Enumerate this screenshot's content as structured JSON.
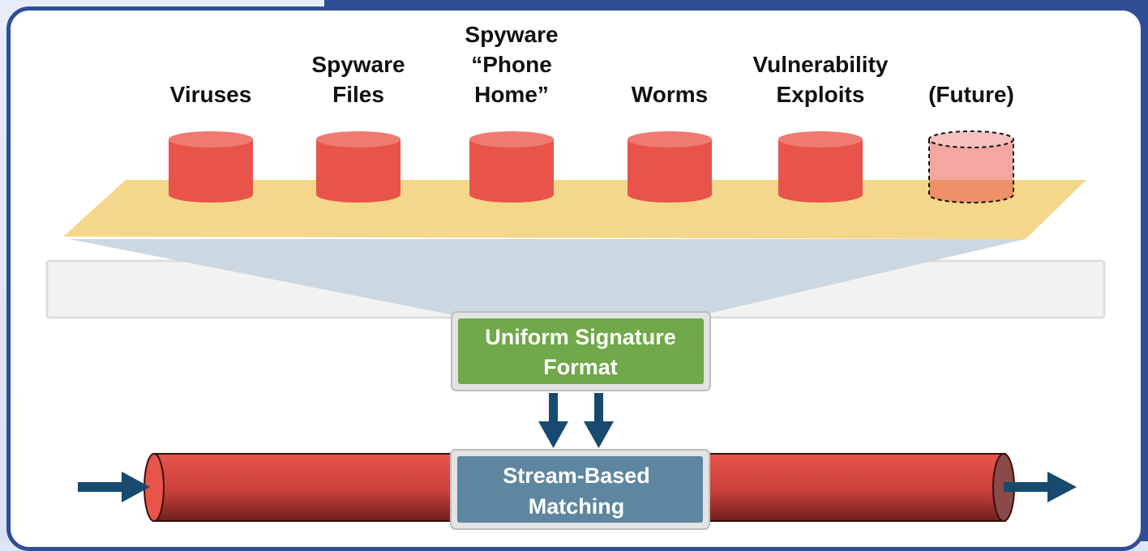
{
  "diagram": {
    "categories": [
      {
        "lines": [
          "Viruses"
        ],
        "future": false
      },
      {
        "lines": [
          "Spyware",
          "Files"
        ],
        "future": false
      },
      {
        "lines": [
          "Spyware",
          "“Phone",
          "Home”"
        ],
        "future": false
      },
      {
        "lines": [
          "Worms"
        ],
        "future": false
      },
      {
        "lines": [
          "Vulnerability",
          "Exploits"
        ],
        "future": false
      },
      {
        "lines": [
          "(Future)"
        ],
        "future": true
      }
    ],
    "uniform_box": {
      "line1": "Uniform Signature",
      "line2": "Format"
    },
    "stream_box": {
      "line1": "Stream-Based",
      "line2": "Matching"
    }
  },
  "colors": {
    "frame": "#2f4e96",
    "cylinder": "#e8544a",
    "cylinder_top": "#ee7a72",
    "platform": "#f5d78b",
    "uniform_box": "#70a84a",
    "stream_box": "#5e86a0",
    "arrow": "#174a6e",
    "pipe": "#d9463e"
  }
}
